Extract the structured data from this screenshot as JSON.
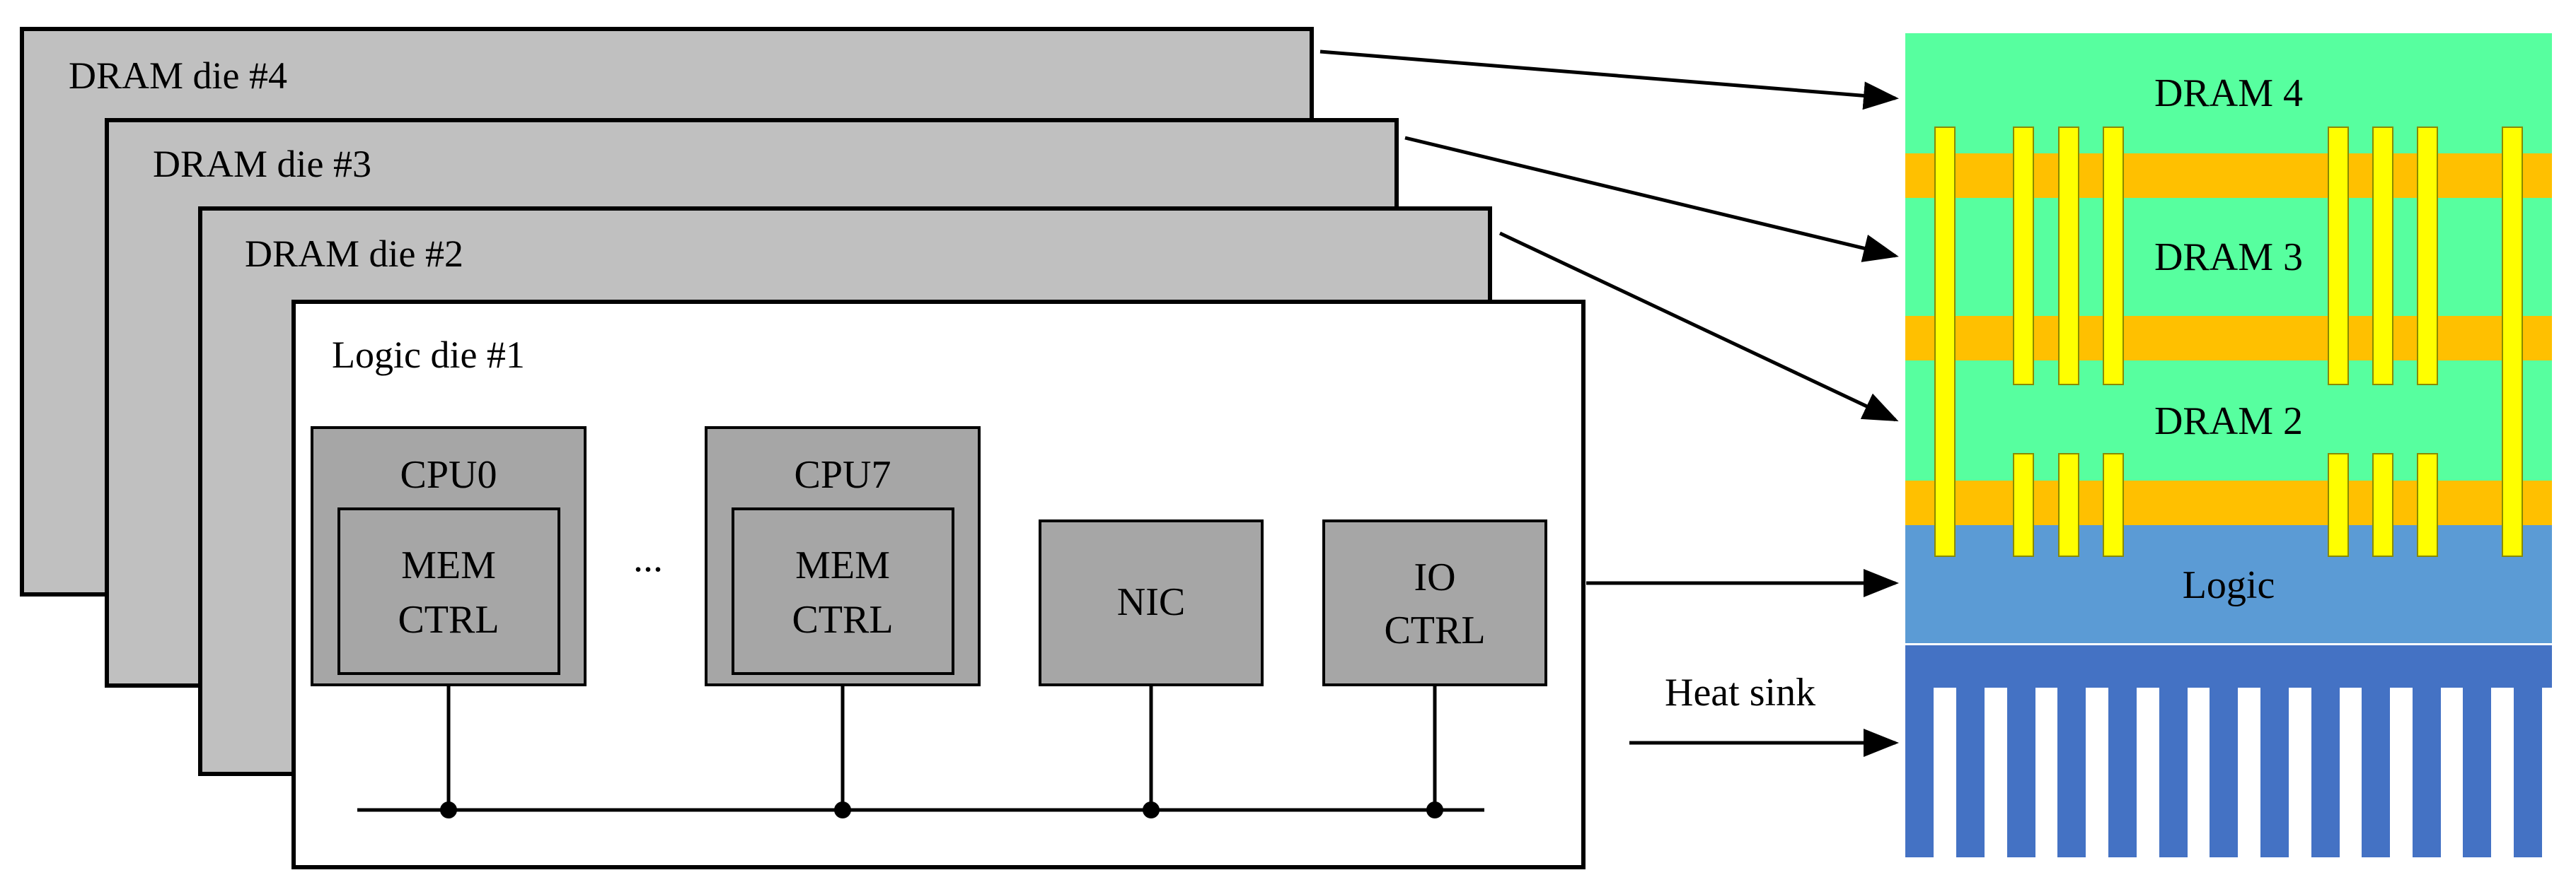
{
  "dies": {
    "dram4": "DRAM die #4",
    "dram3": "DRAM die #3",
    "dram2": "DRAM die #2",
    "logic": "Logic die #1"
  },
  "blocks": {
    "cpu0": {
      "title": "CPU0",
      "inner_line1": "MEM",
      "inner_line2": "CTRL"
    },
    "ellipsis": "...",
    "cpu7": {
      "title": "CPU7",
      "inner_line1": "MEM",
      "inner_line2": "CTRL"
    },
    "nic": "NIC",
    "io_line1": "IO",
    "io_line2": "CTRL"
  },
  "stack": {
    "dram4": "DRAM 4",
    "dram3": "DRAM 3",
    "dram2": "DRAM 2",
    "logic": "Logic",
    "heat_sink": "Heat sink"
  },
  "colors": {
    "dram_die_fill": "#c0c0c0",
    "block_fill": "#a6a6a6",
    "dram_layer": "#57ff9f",
    "bond_layer": "#ffc000",
    "tsv": "#ffff00",
    "logic_layer": "#5b9bd5",
    "heat_sink": "#4472c4"
  }
}
